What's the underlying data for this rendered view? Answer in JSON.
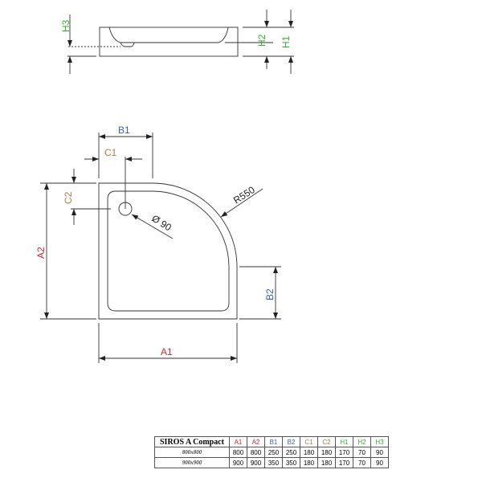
{
  "colors": {
    "A": "#d0262f",
    "B": "#3a5fa8",
    "C": "#b07a40",
    "H": "#3aaa35",
    "line": "#333333"
  },
  "side_view": {
    "labels": {
      "H1": "H1",
      "H2": "H2",
      "H3": "H3"
    }
  },
  "plan_view": {
    "labels": {
      "A1": "A1",
      "A2": "A2",
      "B1": "B1",
      "B2": "B2",
      "C1": "C1",
      "C2": "C2",
      "radius": "R550",
      "drain": "Ø 90"
    }
  },
  "table": {
    "title": "SIROS A Compact",
    "headers": [
      "A1",
      "A2",
      "B1",
      "B2",
      "C1",
      "C2",
      "H1",
      "H2",
      "H3"
    ],
    "rows": [
      {
        "size": "800x800",
        "values": [
          "800",
          "800",
          "250",
          "250",
          "180",
          "180",
          "170",
          "70",
          "90"
        ]
      },
      {
        "size": "900x900",
        "values": [
          "900",
          "900",
          "350",
          "350",
          "180",
          "180",
          "170",
          "70",
          "90"
        ]
      }
    ]
  }
}
